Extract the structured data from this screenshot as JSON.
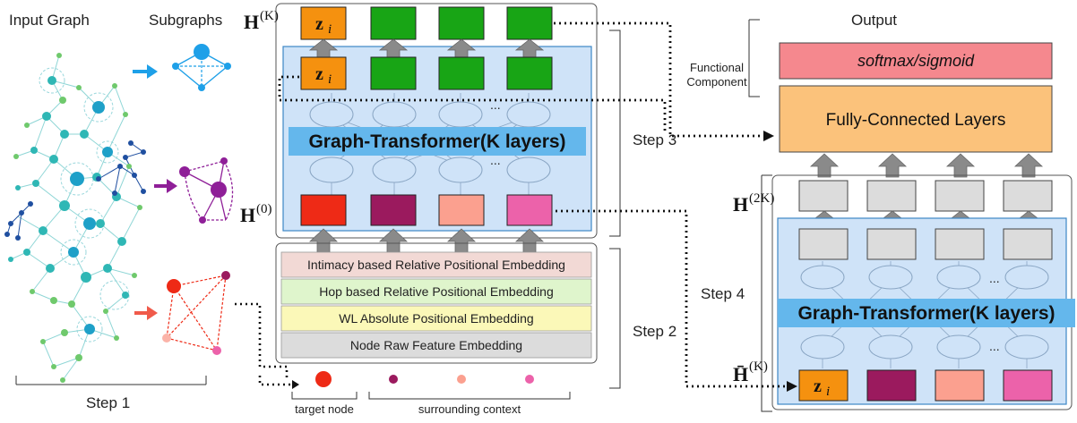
{
  "labels": {
    "input_graph": "Input Graph",
    "subgraphs": "Subgraphs",
    "step1": "Step 1",
    "step2": "Step 2",
    "step3": "Step 3",
    "step4": "Step 4",
    "output": "Output",
    "functional_component": [
      "Functional",
      "Component"
    ],
    "softmax": "softmax/sigmoid",
    "fully_connected": "Fully-Connected Layers",
    "graph_transformer_1": "Graph-Transformer(K layers)",
    "graph_transformer_2": "Graph-Transformer(K layers)",
    "target_node": "target node",
    "surrounding_context": "surrounding context",
    "ellipsis": "..."
  },
  "math": {
    "hK_main": "H",
    "hK_sup": "(K)",
    "h0_main": "H",
    "h0_sup": "(0)",
    "h2K_main": "H",
    "h2K_sup": "(2K)",
    "hbarK_main": "H̄",
    "hbarK_sup": "(K)",
    "zi_main": "z",
    "zi_sub": "i"
  },
  "embeddings": [
    {
      "label": "Intimacy based Relative Positional Embedding",
      "color": "#f2d9d5"
    },
    {
      "label": "Hop based Relative Positional Embedding",
      "color": "#dff5cc"
    },
    {
      "label": "WL Absolute Positional Embedding",
      "color": "#fbf8b8"
    },
    {
      "label": "Node Raw Feature Embedding",
      "color": "#dcdcdc"
    }
  ],
  "colors": {
    "zi_orange": "#f5910f",
    "green": "#18a515",
    "red": "#ee2a16",
    "purple": "#9b1a5e",
    "salmon": "#fba08f",
    "pink": "#ec62aa",
    "grey_box": "#dcdcdc",
    "blue_panel": "#cfe3f8",
    "blue_band": "#64b7ec",
    "softmax_fill": "#f5888e",
    "fc_fill": "#fbc27b",
    "arrow_grey": "#8a8a8a",
    "subgraph_blue": "#1ea0e8",
    "subgraph_purple": "#8f1f98",
    "subgraph_red": "#ee2a16"
  }
}
